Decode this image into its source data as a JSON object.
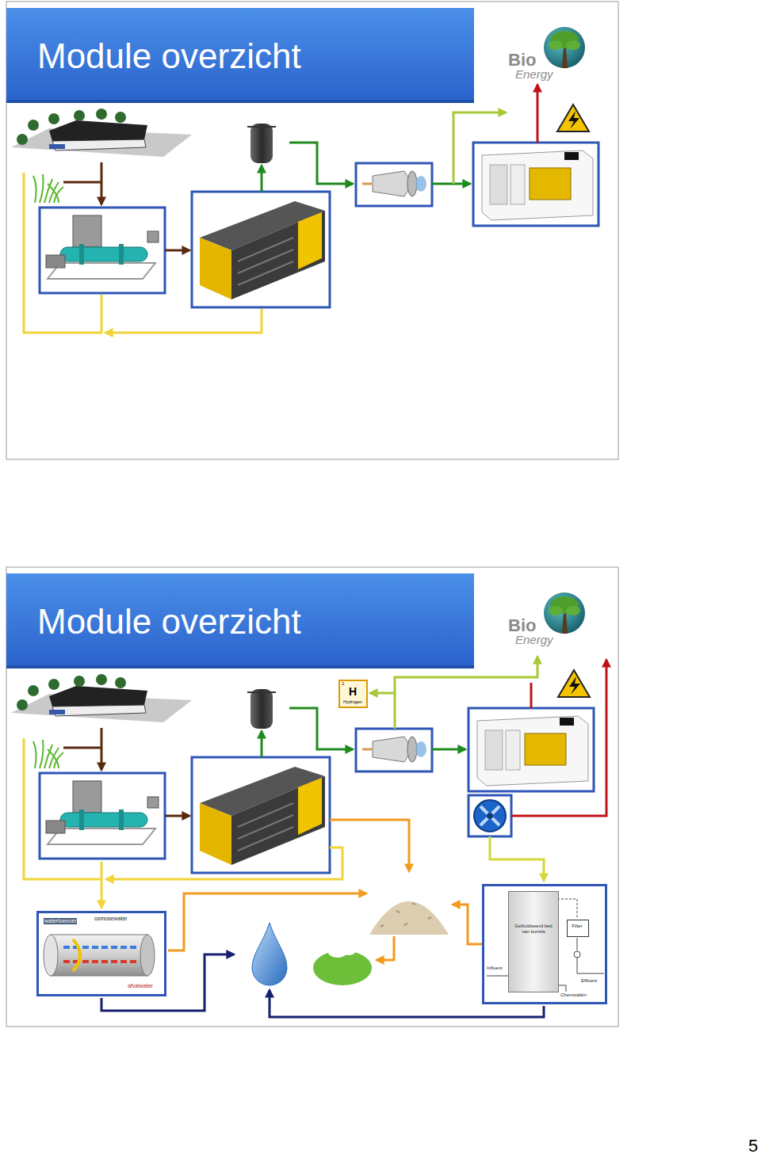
{
  "diagram": {
    "title": "Module overzicht",
    "nodes": [
      {
        "text": [
          "1",
          "H",
          "Hydrogen"
        ]
      },
      {
        "text": [
          "watertoevoer",
          "osmosewater",
          "afvalwater"
        ]
      },
      {
        "text": [
          "Influent",
          "Effluent",
          "Chemicaliën"
        ]
      },
      {
        "text": [
          "Gefluïdiseerd bed van korrels"
        ],
        "in": 2
      },
      {
        "text": [
          "Filter"
        ],
        "in": 2
      }
    ],
    "labels": [
      "Bio",
      "Energy",
      "Module overzicht",
      "Bio",
      "Energy",
      "5"
    ]
  }
}
